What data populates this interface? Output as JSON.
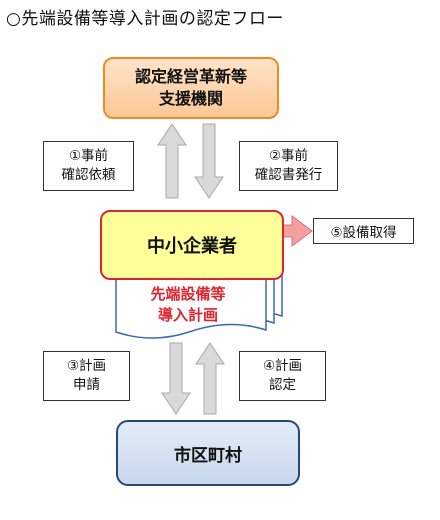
{
  "title": "○先端設備等導入計画の認定フロー",
  "nodes": {
    "support_org": {
      "line1": "認定経営革新等",
      "line2": "支援機関"
    },
    "sme": {
      "label": "中小企業者"
    },
    "plan_document": {
      "line1": "先端設備等",
      "line2": "導入計画"
    },
    "municipality": {
      "label": "市区町村"
    }
  },
  "flows": {
    "step1": {
      "line1": "①事前",
      "line2": "確認依頼"
    },
    "step2": {
      "line1": "②事前",
      "line2": "確認書発行"
    },
    "step3": {
      "line1": "③計画",
      "line2": "申請"
    },
    "step4": {
      "line1": "④計画",
      "line2": "認定"
    },
    "step5": {
      "label": "⑤設備取得"
    }
  },
  "colors": {
    "support_border": "#f08a24",
    "support_fill": "#fbc896",
    "sme_border": "#e0242f",
    "sme_fill": "#ffff9a",
    "plan_text": "#e0242f",
    "plan_border": "#3a6ab2",
    "municipality_border": "#27487a",
    "municipality_fill": "#c8d7ec",
    "flow_arrow": "#d4d4d4",
    "acquire_arrow": "#f4a0a0"
  }
}
